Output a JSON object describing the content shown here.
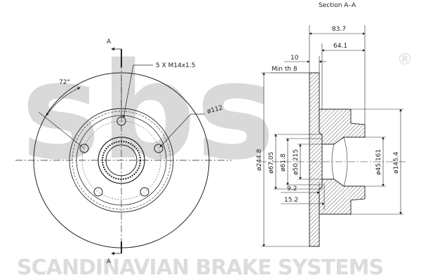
{
  "watermark": {
    "logo_text": "sbs",
    "registered_mark": "®",
    "footer": "SCANDINAVIAN BRAKE SYSTEMS"
  },
  "section_title": "Section A–A",
  "section_markers": [
    "A",
    "A"
  ],
  "front_view": {
    "bolt_spec": "5 X M14x1.5",
    "angle": "72°",
    "bolt_circle": "ø112"
  },
  "side_view": {
    "dims": {
      "d83_7": "83.7",
      "d64_1": "64.1",
      "d10": "10",
      "min_th": "Min th 8",
      "d244_8": "ø244.8",
      "d67_05": "ø67.05",
      "d61_8": "ø61.8",
      "d50_215": "ø50.215",
      "d45_161": "ø45.161",
      "d145_4": "ø145.4",
      "d9_2": "9.2",
      "d15_2": "15.2"
    }
  }
}
